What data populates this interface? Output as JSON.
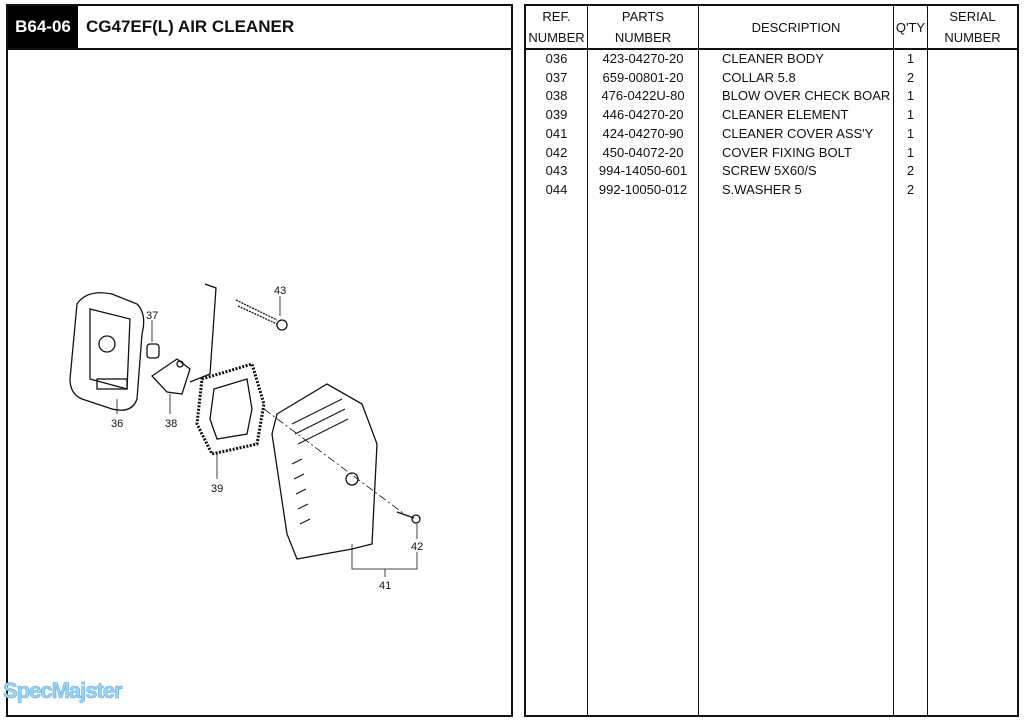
{
  "header": {
    "code": "B64-06",
    "title": "CG47EF(L)  AIR CLEANER"
  },
  "diagram": {
    "callouts": [
      "36",
      "37",
      "38",
      "39",
      "41",
      "42",
      "43"
    ]
  },
  "table": {
    "headers": {
      "ref": [
        "REF.",
        "NUMBER"
      ],
      "parts": [
        "PARTS",
        "NUMBER"
      ],
      "desc": "DESCRIPTION",
      "qty": "Q'TY",
      "serial": [
        "SERIAL",
        "NUMBER"
      ]
    },
    "rows": [
      {
        "ref": "036",
        "part": "423-04270-20",
        "desc": "CLEANER BODY",
        "qty": "1"
      },
      {
        "ref": "037",
        "part": "659-00801-20",
        "desc": "COLLAR 5.8",
        "qty": "2"
      },
      {
        "ref": "038",
        "part": "476-0422U-80",
        "desc": "BLOW OVER CHECK BOAR",
        "qty": "1"
      },
      {
        "ref": "039",
        "part": "446-04270-20",
        "desc": "CLEANER ELEMENT",
        "qty": "1"
      },
      {
        "ref": "041",
        "part": "424-04270-90",
        "desc": "CLEANER COVER ASS'Y",
        "qty": "1"
      },
      {
        "ref": "042",
        "part": "450-04072-20",
        "desc": "COVER FIXING BOLT",
        "qty": "1"
      },
      {
        "ref": "043",
        "part": "994-14050-601",
        "desc": "SCREW 5X60/S",
        "qty": "2"
      },
      {
        "ref": "044",
        "part": "992-10050-012",
        "desc": "S.WASHER 5",
        "qty": "2"
      }
    ]
  },
  "watermark": "SpecMajster"
}
